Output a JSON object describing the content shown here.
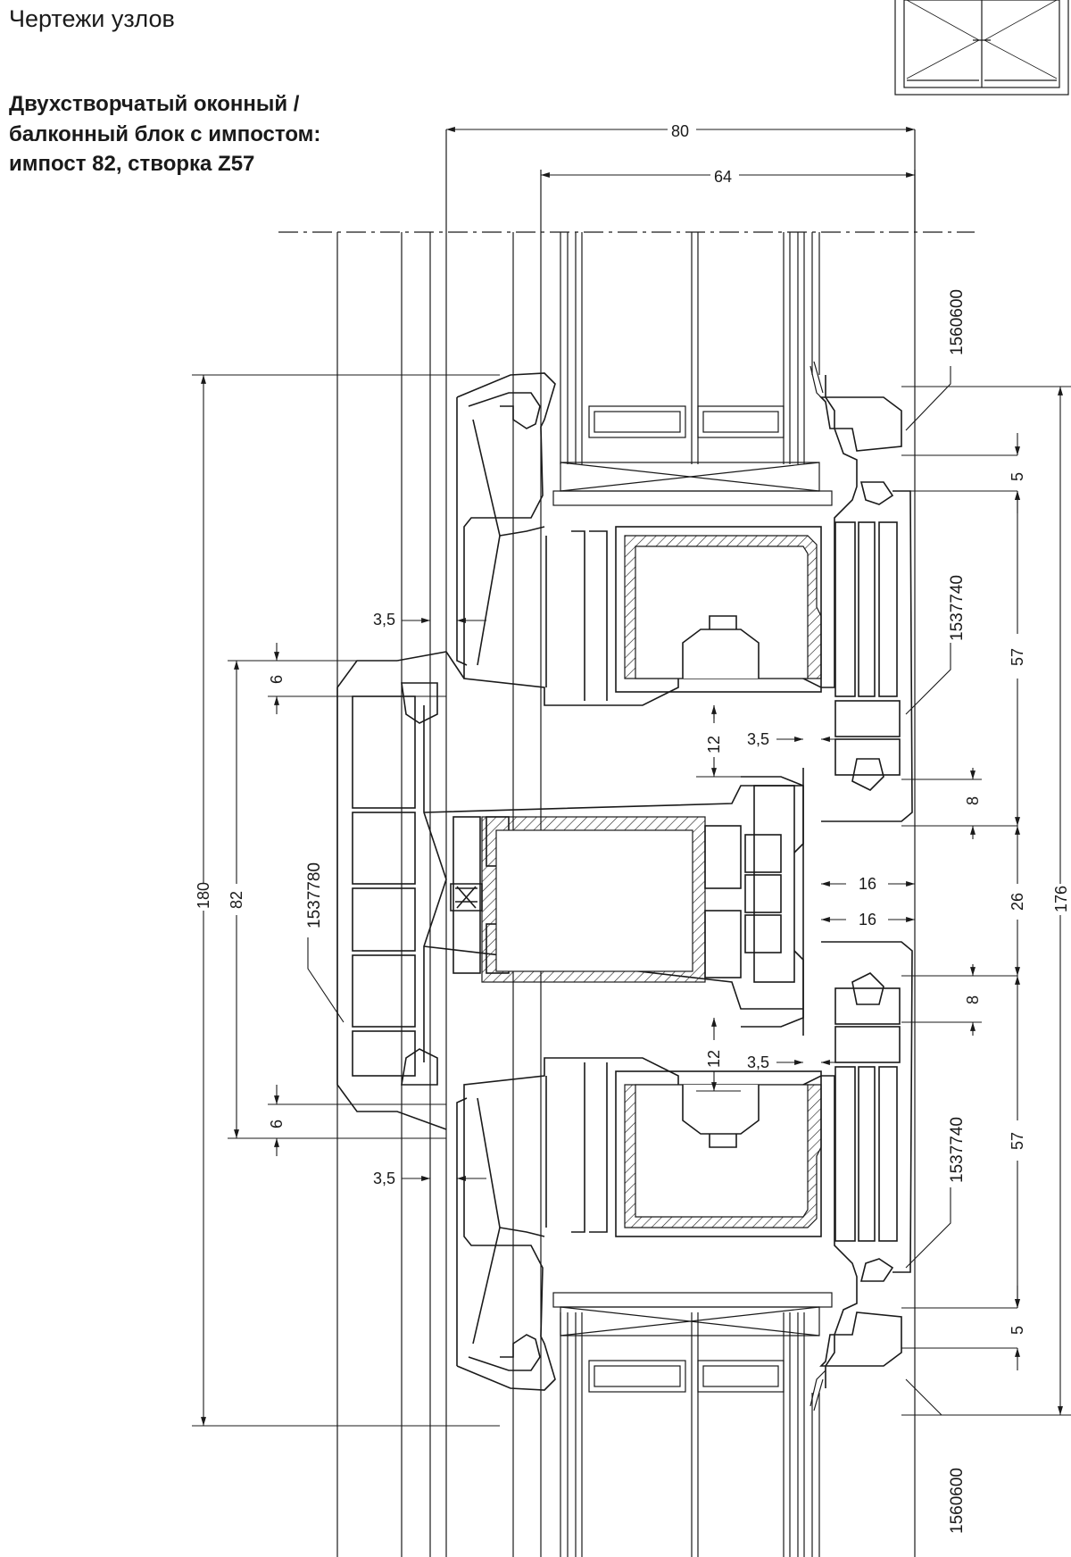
{
  "header": {
    "section_title": "Чертежи узлов",
    "heading_lines": [
      "Двухстворчатый оконный /",
      "балконный блок с импостом:",
      "импост 82, створка Z57"
    ]
  },
  "dimensions": {
    "overall_width": "80",
    "glazing_width": "64",
    "total_height_left": "180",
    "total_height_right": "176",
    "mullion_height": "82",
    "mullion_step_top": "6",
    "mullion_step_bottom": "6",
    "gap_top": "3,5",
    "gap_bottom": "3,5",
    "inner_gap_top": "3,5",
    "inner_gap_bottom": "3,5",
    "rebate_top": "12",
    "rebate_bottom": "12",
    "offset_top": "5",
    "offset_bottom": "5",
    "sash_height_top": "57",
    "sash_height_bottom": "57",
    "seal_top": "8",
    "seal_bottom": "8",
    "center_gap": "26",
    "overlap_top": "16",
    "overlap_bottom": "16"
  },
  "part_numbers": {
    "bead_top": "1560600",
    "sash_top": "1537740",
    "mullion": "1537780",
    "sash_bottom": "1537740",
    "bead_bottom": "1560600"
  },
  "colors": {
    "line": "#1a1a1a",
    "background": "#ffffff"
  }
}
